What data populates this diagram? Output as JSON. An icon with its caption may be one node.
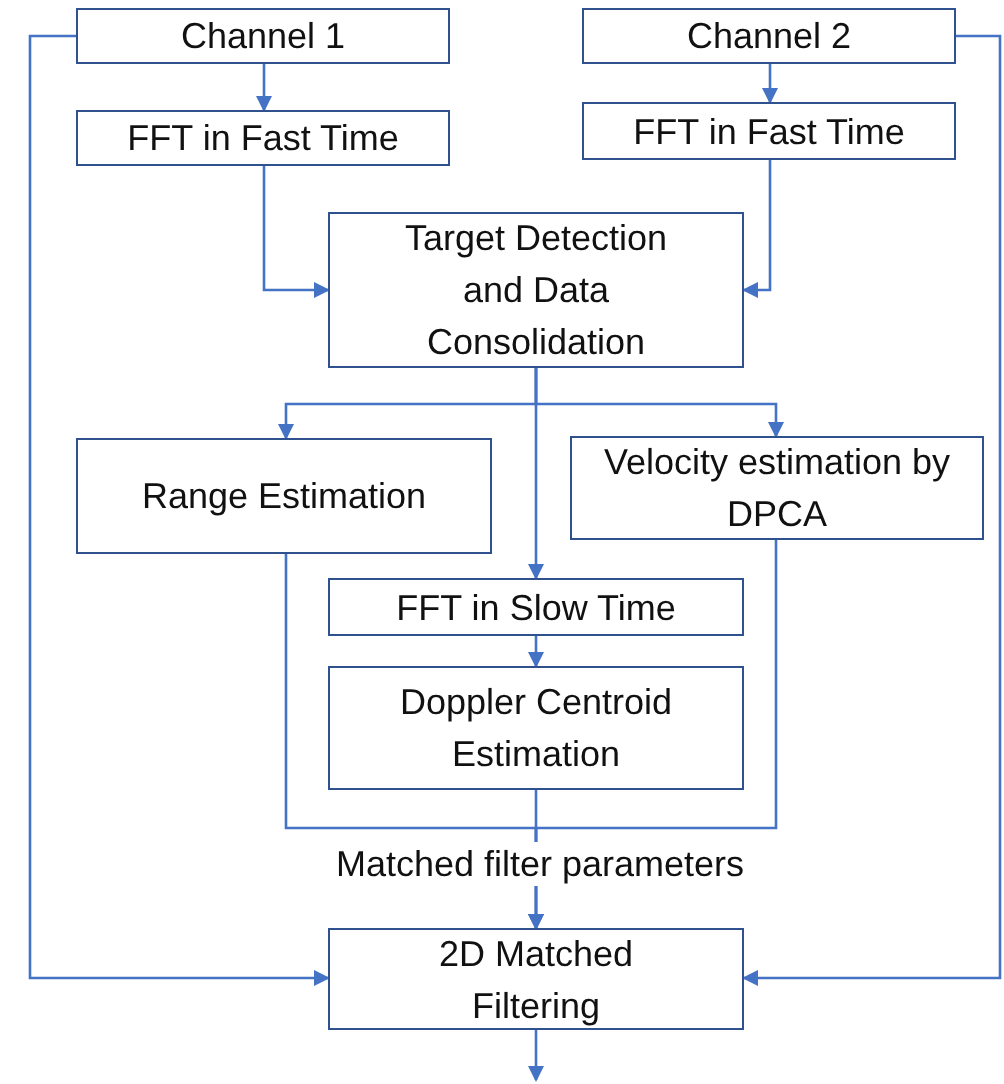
{
  "diagram": {
    "nodes": [
      {
        "text": [
          "Channel 1"
        ]
      },
      {
        "text": [
          "Channel 2"
        ]
      },
      {
        "text": [
          "FFT in Fast Time"
        ]
      },
      {
        "text": [
          "FFT in Fast Time"
        ]
      },
      {
        "text": [
          "Target Detection and Data Consolidation"
        ]
      },
      {
        "text": [
          "Range Estimation"
        ]
      },
      {
        "text": [
          "Velocity estimation by DPCA"
        ]
      },
      {
        "text": [
          "FFT in Slow Time"
        ]
      },
      {
        "text": [
          "Doppler Centroid Estimation"
        ]
      },
      {
        "text": [
          "2D Matched Filtering"
        ]
      }
    ],
    "edges": [
      {
        "from": 0,
        "to": 2,
        "arrow": "to"
      },
      {
        "from": 1,
        "to": 3,
        "arrow": "to"
      },
      {
        "from": 2,
        "to": 4,
        "arrow": "to"
      },
      {
        "from": 3,
        "to": 4,
        "arrow": "to"
      },
      {
        "from": 4,
        "to": 5,
        "arrow": "to"
      },
      {
        "from": 4,
        "to": 6,
        "arrow": "to"
      },
      {
        "from": 4,
        "to": 7,
        "arrow": "to"
      },
      {
        "from": 7,
        "to": 8,
        "arrow": "to"
      },
      {
        "from": 8,
        "to": 9,
        "arrow": "to",
        "label": "Matched filter parameters"
      },
      {
        "from": 5,
        "to": 9,
        "arrow": "to"
      },
      {
        "from": 6,
        "to": 9,
        "arrow": "to"
      },
      {
        "from": 0,
        "to": 9,
        "arrow": "to"
      },
      {
        "from": 1,
        "to": 9,
        "arrow": "to"
      },
      {
        "from": 9,
        "to": null,
        "arrow": "to"
      }
    ]
  }
}
